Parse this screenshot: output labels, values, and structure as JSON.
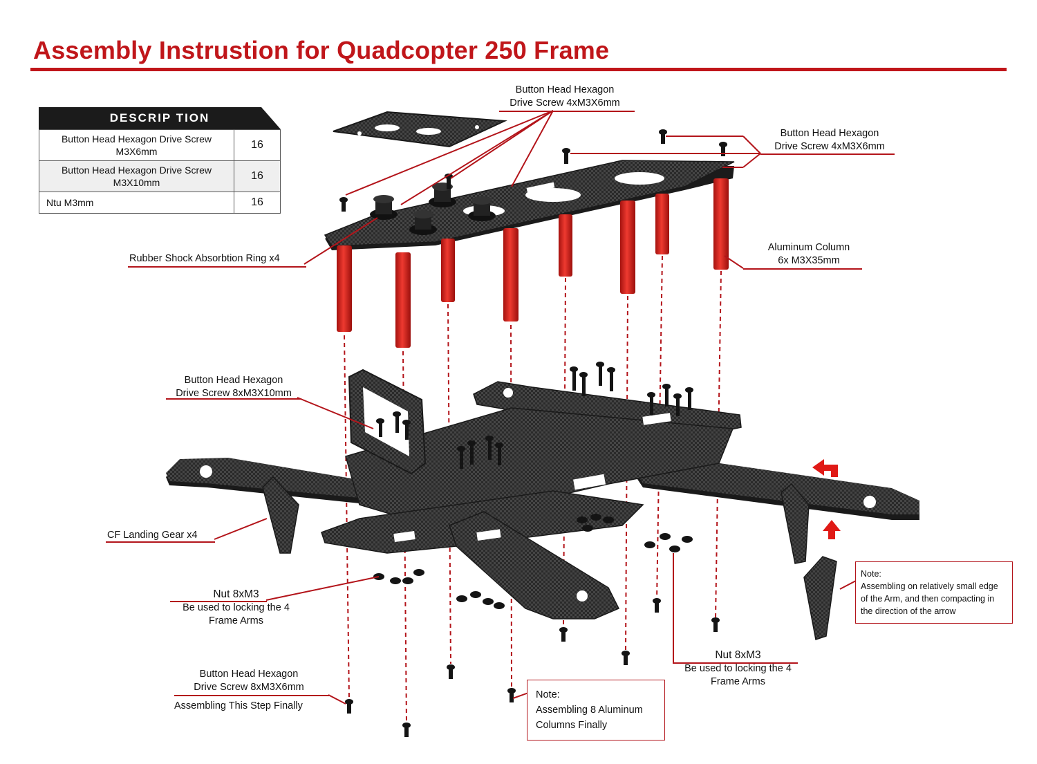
{
  "title": "Assembly Instrustion for Quadcopter 250 Frame",
  "description_table": {
    "header": "DESCRIP TION",
    "rows": [
      {
        "item_line1": "Button Head Hexagon Drive Screw",
        "item_line2": "M3X6mm",
        "qty": "16"
      },
      {
        "item_line1": "Button Head Hexagon Drive Screw",
        "item_line2": "M3X10mm",
        "qty": "16"
      },
      {
        "item_line1": "Ntu M3mm",
        "qty": "16"
      }
    ]
  },
  "labels": {
    "top_screw": {
      "line1": "Button Head Hexagon",
      "line2": "Drive Screw 4xM3X6mm"
    },
    "right_screw": {
      "line1": "Button Head Hexagon",
      "line2": "Drive Screw 4xM3X6mm"
    },
    "rubber_ring": "Rubber Shock Absorbtion Ring x4",
    "aluminum_column": {
      "line1": "Aluminum Column",
      "line2": "6x M3X35mm"
    },
    "mid_screw": {
      "line1": "Button Head Hexagon",
      "line2": "Drive Screw 8xM3X10mm"
    },
    "landing_gear": "CF  Landing Gear x4",
    "nut_left": {
      "line1": "Nut  8xM3",
      "line2": "Be used to locking the 4",
      "line3": "Frame Arms"
    },
    "nut_right": {
      "line1": "Nut  8xM3",
      "line2": "Be used to locking the 4",
      "line3": "Frame Arms"
    },
    "bottom_screw": {
      "line1": "Button Head Hexagon",
      "line2": "Drive Screw 8xM3X6mm",
      "line3": "Assembling This Step Finally"
    },
    "note_columns": {
      "line1": "Note:",
      "line2": "Assembling 8 Aluminum",
      "line3": "Columns Finally"
    },
    "note_arm": {
      "line1": "Note:",
      "line2": "Assembling on relatively small edge",
      "line3": "of the Arm, and then compacting in",
      "line4": "the direction of the arrow"
    }
  },
  "colors": {
    "accent": "#c0161a",
    "carbon": "#3a3a3a",
    "column": "#d8231f",
    "screw": "#1a1a1a"
  }
}
